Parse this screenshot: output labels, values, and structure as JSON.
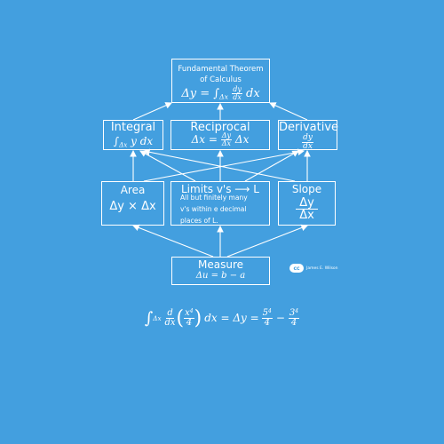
{
  "colors": {
    "background": "#439fdf",
    "foreground": "#ffffff"
  },
  "boxes": {
    "ftc": {
      "title_line1": "Fundamental Theorem",
      "title_line2": "of Calculus",
      "lhs": "Δy",
      "integral": "∫",
      "sub": "Δx",
      "num": "dy",
      "den": "dx",
      "tail": "dx"
    },
    "integral": {
      "title": "Integral",
      "integral": "∫",
      "sub": "Δx",
      "expr": "y dx"
    },
    "reciprocal": {
      "title": "Reciprocal",
      "lhs": "Δx =",
      "num": "Δy",
      "den": "Δx",
      "tail": "Δx"
    },
    "derivative": {
      "title": "Derivative",
      "num": "dy",
      "den": "dx"
    },
    "area": {
      "title": "Area",
      "formula": "Δy × Δx"
    },
    "limits": {
      "title": "Limits v's ⟶ L",
      "note_line1": "All but finitely many",
      "note_line2": "v's within e decimal",
      "note_line3": "places of L."
    },
    "slope": {
      "title": "Slope",
      "num": "Δy",
      "den": "Δx"
    },
    "measure": {
      "title": "Measure",
      "formula": "Δu = b − a"
    }
  },
  "credit": {
    "icon": "cc-icon",
    "icon_text": "cc",
    "name": "James E. Wilson"
  },
  "bottom_equation": {
    "integral": "∫",
    "sub": "Δx",
    "d_num": "d",
    "d_den": "dx",
    "paren_open": "(",
    "x": "x",
    "x_sup": "4",
    "four": "4",
    "paren_close": ")",
    "mid": "dx = Δy =",
    "f1_base": "5",
    "f1_sup": "4",
    "f1_den": "4",
    "minus": "−",
    "f2_base": "3",
    "f2_sup": "4",
    "f2_den": "4"
  }
}
